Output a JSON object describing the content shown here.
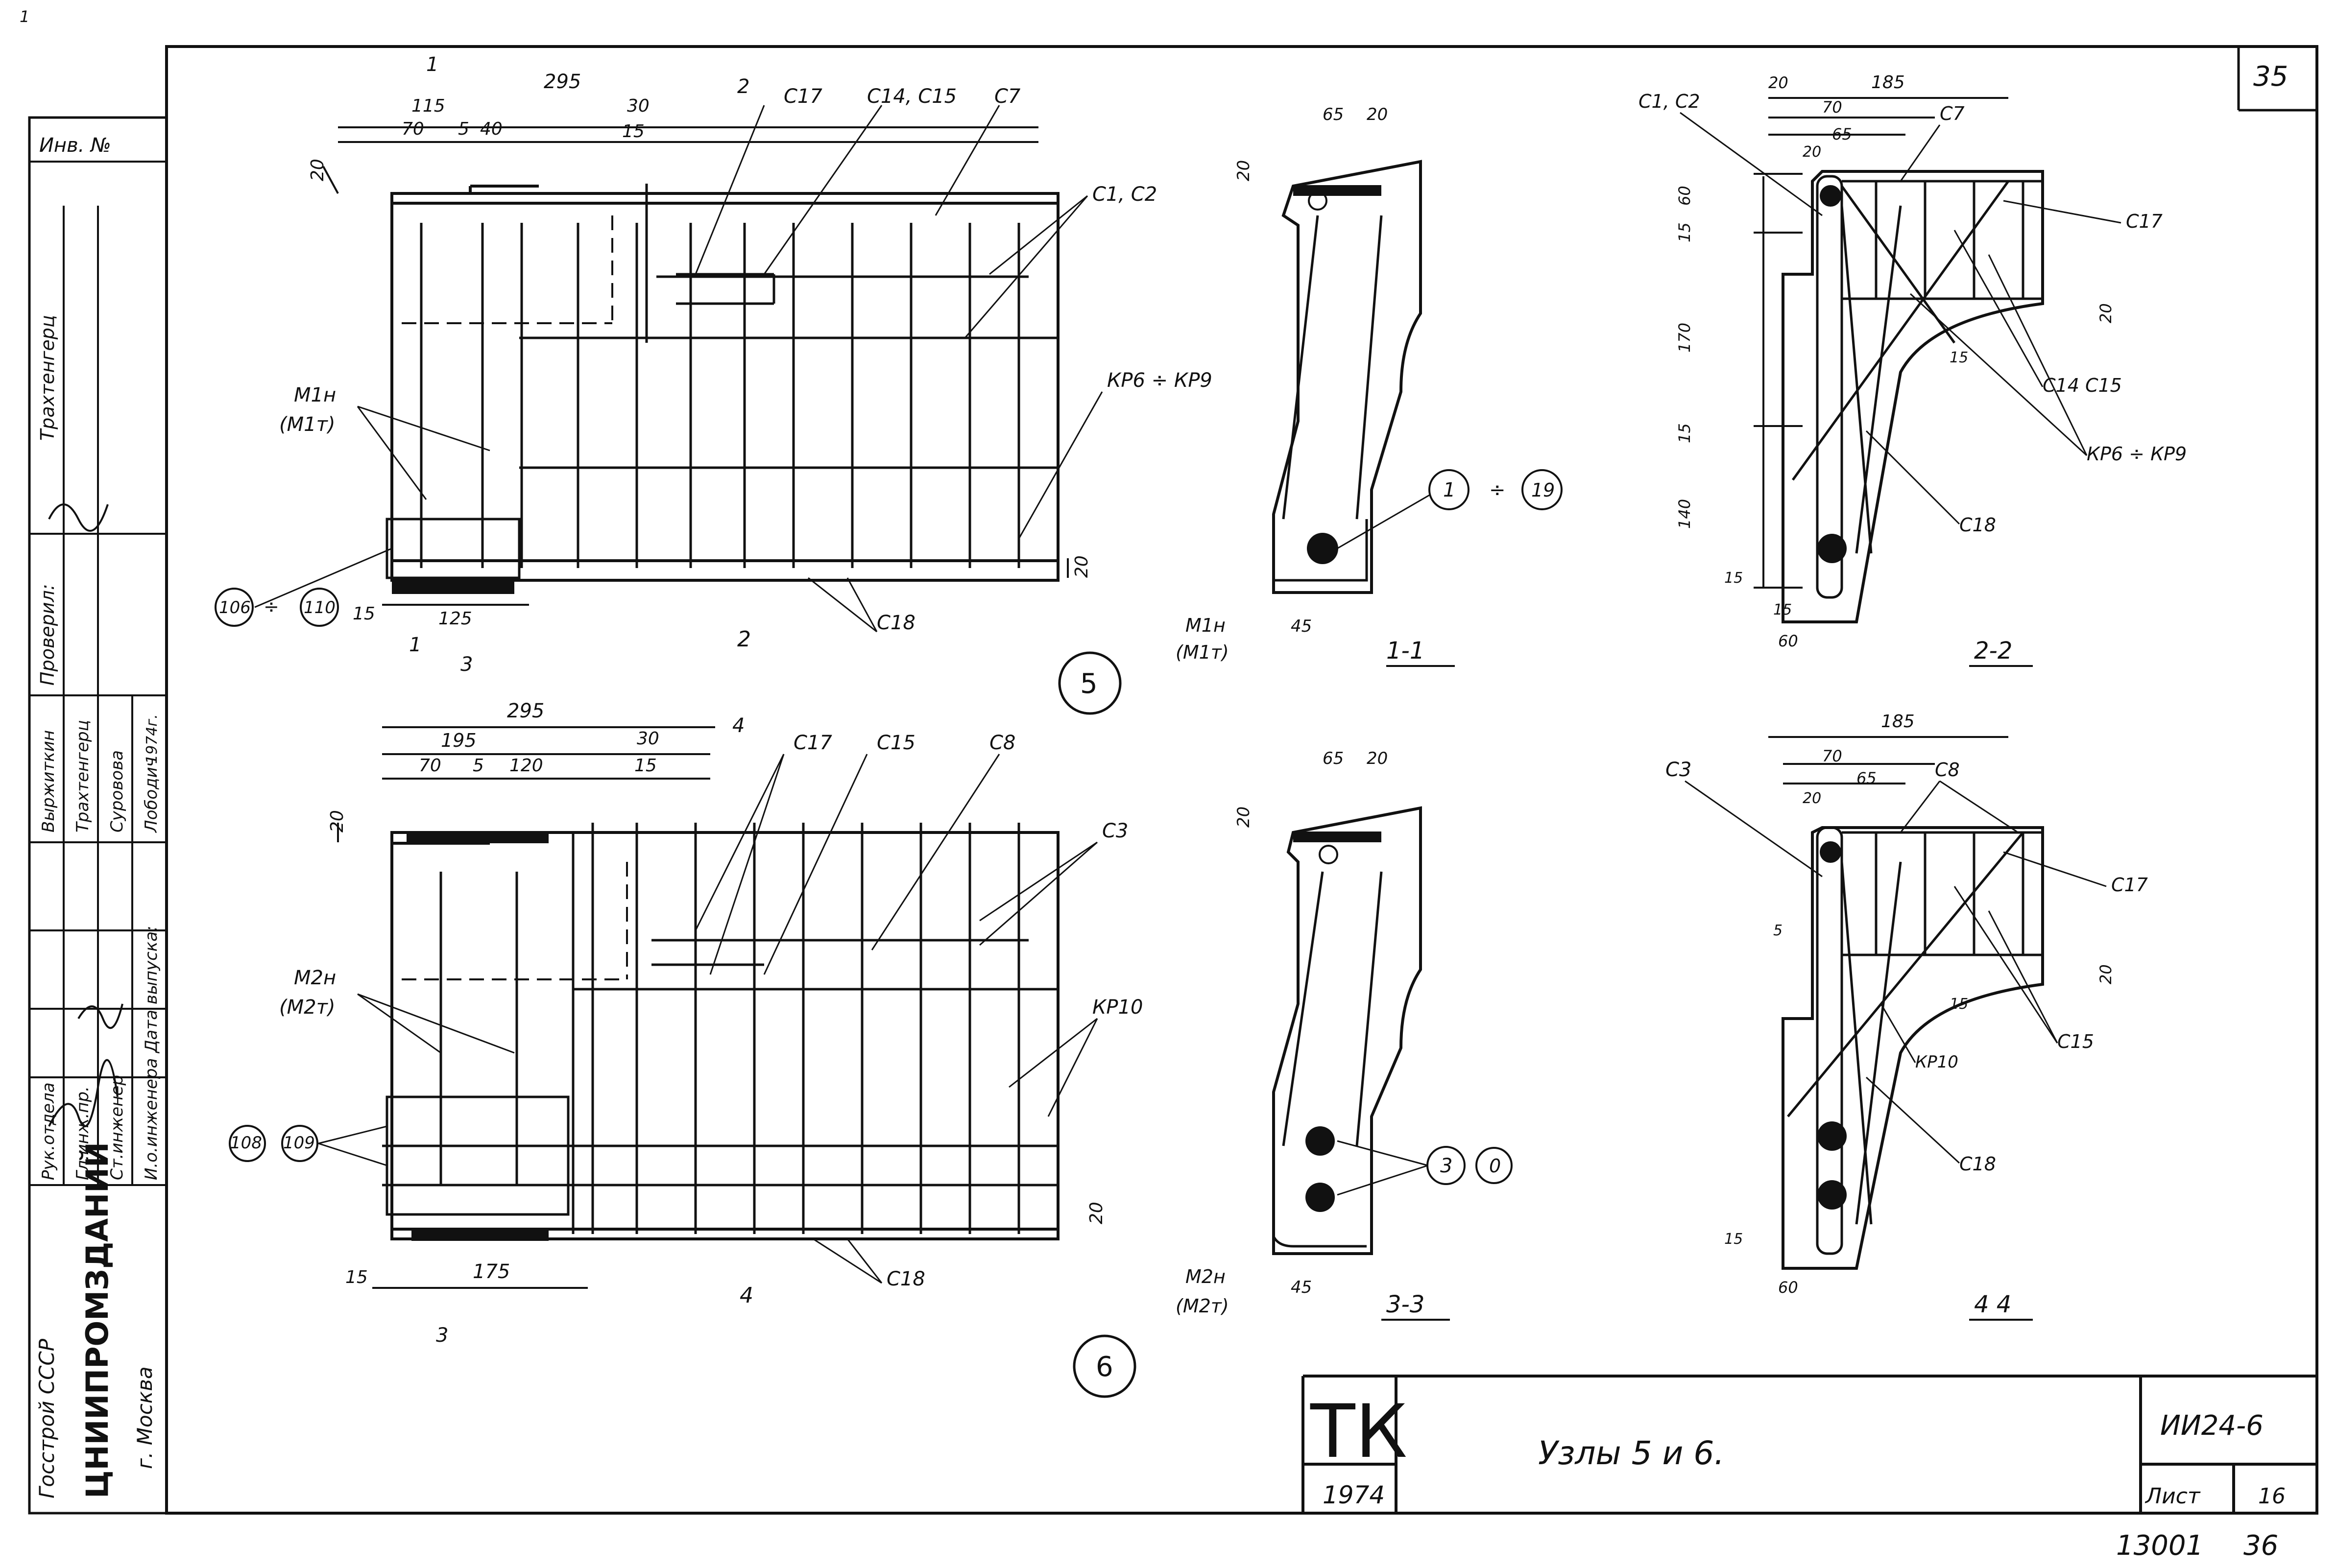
{
  "corner_mark": "1",
  "sheet_top_number": "35",
  "sidebar": {
    "inv": "Инв. №",
    "org1": "Госстрой СССР",
    "org2": "ЦНИИПРОМЗДАНИЙ",
    "org3": "г. Москва",
    "roles": [
      "Рук.отдела",
      "Гл.инж.пр.",
      "Ст.инженер",
      "И.о.инженера",
      "Дата выпуска:"
    ],
    "names": [
      "Выржиткин",
      "Трахтенгерц",
      "Суровова",
      "Лободич",
      "1974г."
    ],
    "proveril": "Проверил:",
    "proveril_name": "Трахтенгерц"
  },
  "node5": {
    "marker": "5",
    "dims": [
      "295",
      "115",
      "70",
      "5",
      "40",
      "30",
      "15",
      "20",
      "20",
      "15",
      "125"
    ],
    "labels": [
      "C17",
      "C14, C15",
      "C7",
      "C1, C2",
      "КР6 ÷ КР9",
      "M1н",
      "(M1т)",
      "106",
      "110",
      "C18"
    ],
    "sections": [
      "1",
      "1",
      "2",
      "2",
      "3"
    ]
  },
  "node6": {
    "marker": "6",
    "dims": [
      "295",
      "195",
      "70",
      "5",
      "120",
      "30",
      "15",
      "20",
      "20",
      "15",
      "175"
    ],
    "labels": [
      "C17",
      "C15",
      "C8",
      "C3",
      "M2н",
      "(M2т)",
      "108",
      "109",
      "КР10",
      "C18"
    ],
    "sections": [
      "3",
      "4",
      "4"
    ]
  },
  "sec11": {
    "title": "1-1",
    "dims": [
      "65",
      "20",
      "20",
      "45"
    ],
    "labels": [
      "M1н",
      "(M1т)",
      "1",
      "19"
    ]
  },
  "sec22": {
    "title": "2-2",
    "dims": [
      "20",
      "185",
      "70",
      "20",
      "65",
      "60",
      "15",
      "170",
      "15",
      "140",
      "15",
      "15",
      "60",
      "20",
      "15"
    ],
    "labels": [
      "C1, C2",
      "C7",
      "C17",
      "C14 C15",
      "КР6 ÷ КР9",
      "C18"
    ]
  },
  "sec33": {
    "title": "3-3",
    "dims": [
      "65",
      "20",
      "20",
      "45"
    ],
    "labels": [
      "M2н",
      "(M2т)",
      "3",
      "0"
    ]
  },
  "sec44": {
    "title": "4 4",
    "dims": [
      "185",
      "70",
      "65",
      "20",
      "5",
      "15",
      "60",
      "20",
      "15"
    ],
    "labels": [
      "C3",
      "C8",
      "C17",
      "C15",
      "КР10",
      "C18"
    ]
  },
  "title_block": {
    "tk": "ТК",
    "year": "1974",
    "title": "Узлы 5 и 6.",
    "series": "ИИ24-6",
    "sheet_label": "Лист",
    "sheet_num": "16",
    "code": "13001",
    "page": "36"
  }
}
